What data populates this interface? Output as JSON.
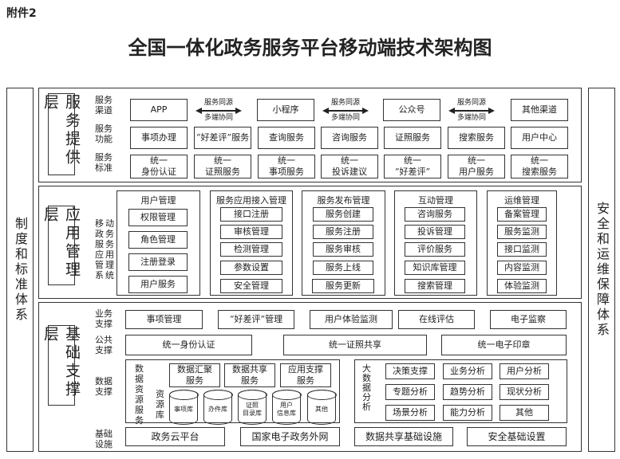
{
  "annex": "附件2",
  "title": "全国一体化政务服务平台移动端技术架构图",
  "left_column": "制度和标准体系",
  "right_column": "安全和运维保障体系",
  "service_layer": {
    "title": "服务提供层",
    "rows": [
      {
        "label": "服务渠道"
      },
      {
        "label": "服务功能"
      },
      {
        "label": "服务标准"
      }
    ],
    "channels": [
      "APP",
      "小程序",
      "公众号",
      "其他渠道"
    ],
    "arrow": {
      "top": "服务同源",
      "bottom": "多端协同"
    },
    "functions": [
      "事项办理",
      "“好差评”服务",
      "查询服务",
      "咨询服务",
      "证照服务",
      "搜索服务",
      "用户中心"
    ],
    "standards": [
      {
        "l1": "统一",
        "l2": "身份认证"
      },
      {
        "l1": "统一",
        "l2": "证照服务"
      },
      {
        "l1": "统一",
        "l2": "事项服务"
      },
      {
        "l1": "统一",
        "l2": "投诉建议"
      },
      {
        "l1": "统一",
        "l2": "“好差评”"
      },
      {
        "l1": "统一",
        "l2": "用户服务"
      },
      {
        "l1": "统一",
        "l2": "搜索服务"
      }
    ]
  },
  "app_layer": {
    "title": "应用管理层",
    "system_label": "移动政务服务应用管理系统",
    "groups": [
      {
        "title": "用户管理",
        "items": [
          "权限管理",
          "角色管理",
          "注册登录",
          "用户服务"
        ]
      },
      {
        "title": "服务应用接入管理",
        "items": [
          "接口注册",
          "审核管理",
          "检测管理",
          "参数设置",
          "安全管理"
        ]
      },
      {
        "title": "服务发布管理",
        "items": [
          "服务创建",
          "服务注册",
          "服务审核",
          "服务上线",
          "服务更新"
        ]
      },
      {
        "title": "互动管理",
        "items": [
          "咨询服务",
          "投诉管理",
          "评价服务",
          "知识库管理",
          "搜索管理"
        ]
      },
      {
        "title": "运维管理",
        "items": [
          "备案管理",
          "服务监测",
          "接口监测",
          "内容监测",
          "体验监测"
        ]
      }
    ]
  },
  "base_layer": {
    "title": "基础支撑层",
    "business_label": "业务支撑",
    "business": [
      "事项管理",
      "“好差评”管理",
      "用户体验监测",
      "在线评估",
      "电子监察"
    ],
    "public_label": "公共支撑",
    "public": [
      "统一身份认证",
      "统一证照共享",
      "统一电子印章"
    ],
    "data_label": "数据支撑",
    "data_resource_label": "数据资源服务",
    "data_services": [
      {
        "l1": "数据汇聚",
        "l2": "服务"
      },
      {
        "l1": "数据共享",
        "l2": "服务"
      },
      {
        "l1": "应用支撑",
        "l2": "服务"
      }
    ],
    "repo_label": "资源库",
    "repos": [
      {
        "l1": "事项库",
        "l2": ""
      },
      {
        "l1": "办件库",
        "l2": ""
      },
      {
        "l1": "证照",
        "l2": "目录库"
      },
      {
        "l1": "用户",
        "l2": "信息库"
      },
      {
        "l1": "其他",
        "l2": ""
      }
    ],
    "bigdata_label": "大数据分析",
    "bigdata": [
      "决策支撑",
      "业务分析",
      "用户分析",
      "专题分析",
      "趋势分析",
      "现状分析",
      "场景分析",
      "能力分析",
      "其他"
    ],
    "infra_label": "基础设施",
    "infra": [
      "政务云平台",
      "国家电子政务外网",
      "数据共享基础设施",
      "安全基础设置"
    ]
  }
}
